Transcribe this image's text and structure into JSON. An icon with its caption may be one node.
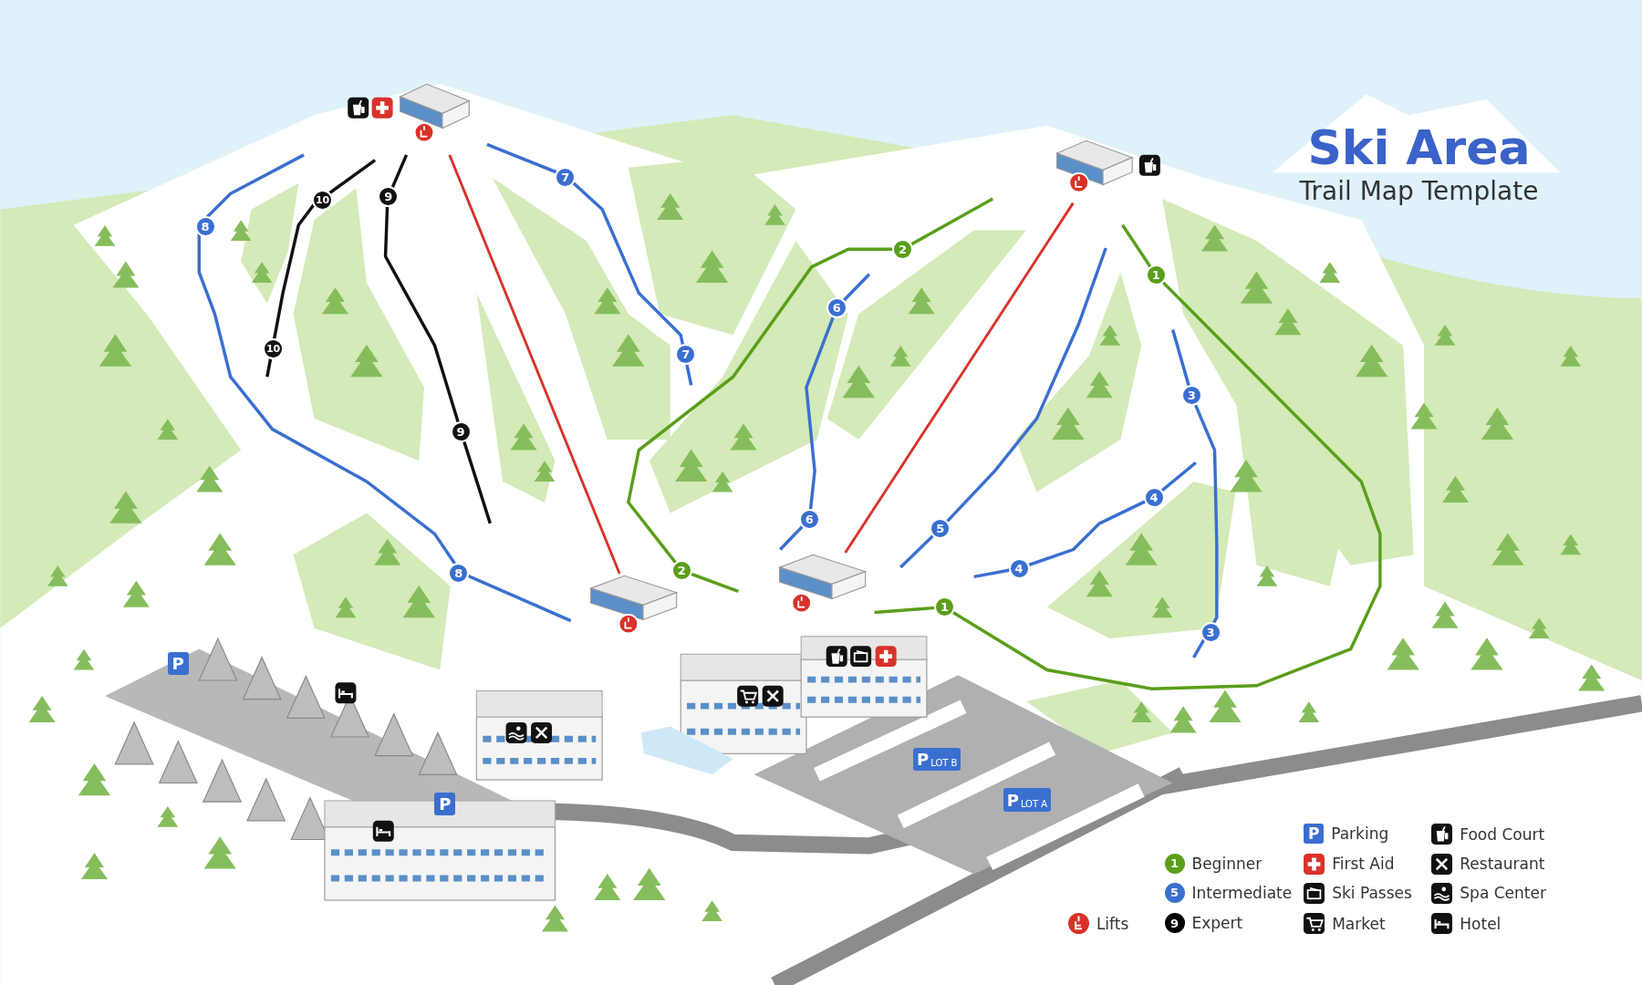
{
  "diagram": {
    "title": "Ski Area",
    "nodes": [
      {
        "text": [],
        "shape": "picture"
      },
      {
        "text": [],
        "shape": "picture"
      },
      {
        "text": [],
        "shape": "picture"
      },
      {
        "text": [],
        "shape": "picture"
      }
    ],
    "edges": [
      {
        "from": 2,
        "to": 0,
        "arrow": "none"
      },
      {
        "from": 3,
        "to": 1,
        "arrow": "none"
      }
    ],
    "labels": [
      "Trail Map Template",
      "8",
      "10",
      "9",
      "7",
      "2",
      "1",
      "6",
      "7",
      "10",
      "3",
      "9",
      "4",
      "6",
      "5",
      "8",
      "2",
      "4",
      "1",
      "3",
      "P",
      "P",
      "P",
      "LOT B",
      "P",
      "LOT A",
      "P",
      "1",
      "5",
      "9"
    ],
    "legend": [
      {
        "text": "Parking"
      },
      {
        "text": "Food Court"
      },
      {
        "text": "Beginner",
        "color": "#5a9e1a"
      },
      {
        "text": "First Aid"
      },
      {
        "text": "Restaurant"
      },
      {
        "text": "Intermediate",
        "color": "#3a6fd0"
      },
      {
        "text": "Ski Passes"
      },
      {
        "text": "Spa Center"
      },
      {
        "text": "Lifts"
      },
      {
        "text": "Expert",
        "color": "#000000"
      },
      {
        "text": "Market"
      },
      {
        "text": "Hotel"
      }
    ]
  }
}
